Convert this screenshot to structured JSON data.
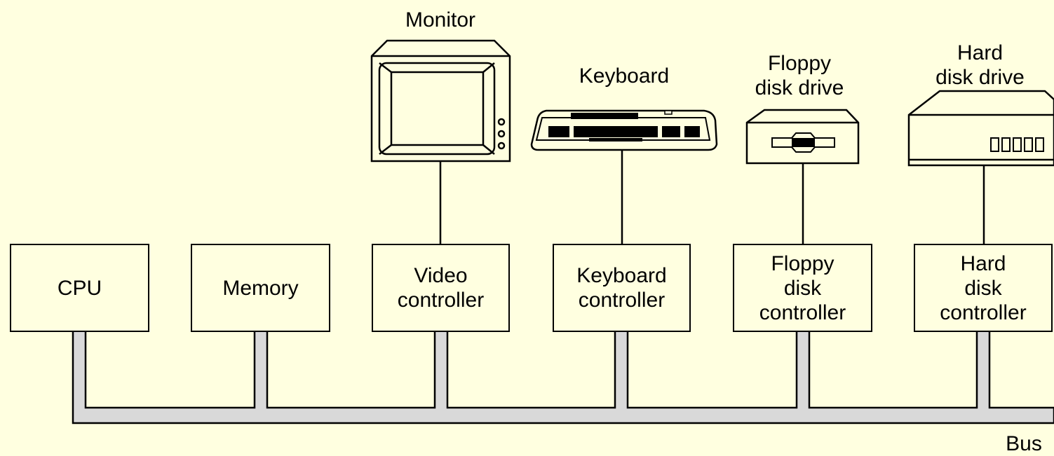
{
  "devices": {
    "monitor": "Monitor",
    "keyboard": "Keyboard",
    "floppy_drive": [
      "Floppy",
      "disk drive"
    ],
    "hard_drive": [
      "Hard",
      "disk drive"
    ]
  },
  "components": {
    "cpu": [
      "CPU"
    ],
    "memory": [
      "Memory"
    ],
    "video": [
      "Video",
      "controller"
    ],
    "keyboard_ctrl": [
      "Keyboard",
      "controller"
    ],
    "floppy_ctrl": [
      "Floppy",
      "disk",
      "controller"
    ],
    "hard_ctrl": [
      "Hard",
      "disk",
      "controller"
    ]
  },
  "bus_label": "Bus",
  "colors": {
    "background": "#ffffe0",
    "bus_fill": "#d9d9d9",
    "line": "#000000"
  }
}
